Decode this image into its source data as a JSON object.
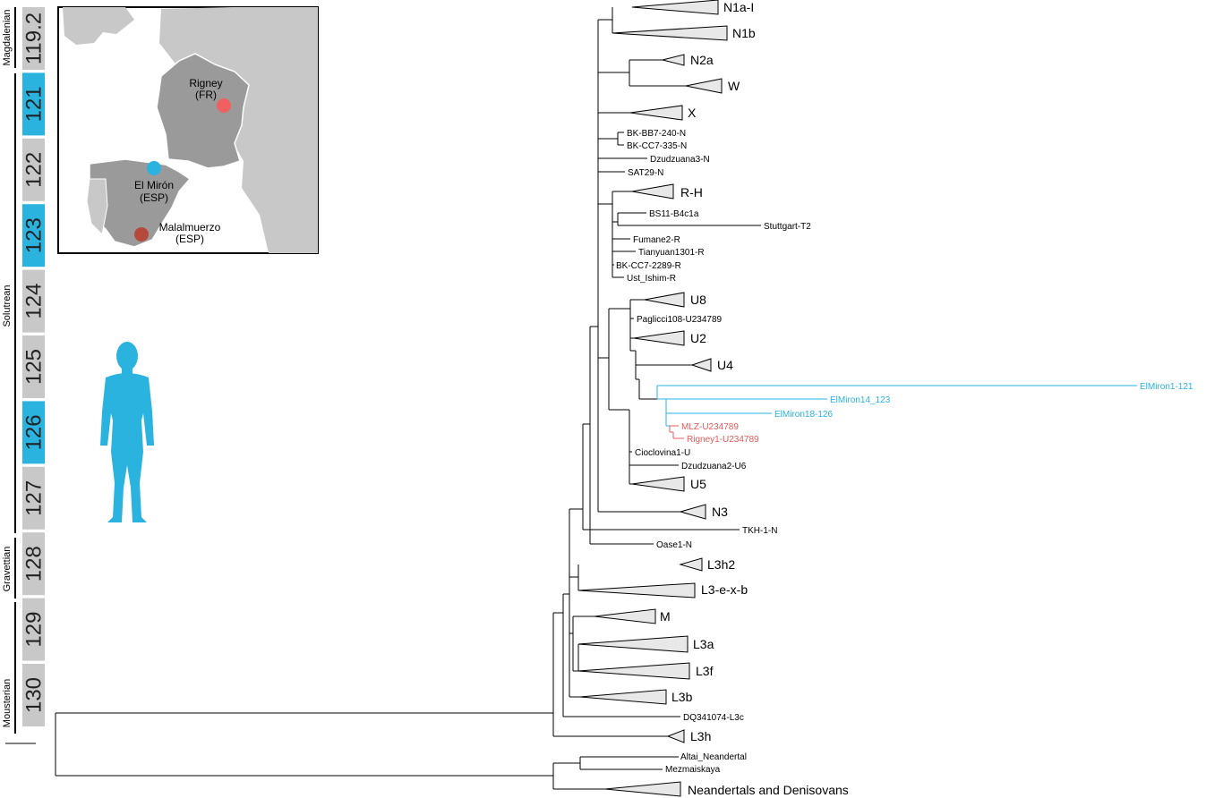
{
  "colors": {
    "blue": "#2bb3e0",
    "red": "#e85a5a",
    "darkred": "#b54a3c",
    "grey_box": "#c8c8c8",
    "clade_fill": "#e8e8e8"
  },
  "periods": [
    "Magdalenian",
    "Solutrean",
    "Gravettian",
    "Mousterian"
  ],
  "samples": [
    {
      "id": "119.2",
      "highlight": false
    },
    {
      "id": "121",
      "highlight": true
    },
    {
      "id": "122",
      "highlight": false
    },
    {
      "id": "123",
      "highlight": true
    },
    {
      "id": "124",
      "highlight": false
    },
    {
      "id": "125",
      "highlight": false
    },
    {
      "id": "126",
      "highlight": true
    },
    {
      "id": "127",
      "highlight": false
    },
    {
      "id": "128",
      "highlight": false
    },
    {
      "id": "129",
      "highlight": false
    },
    {
      "id": "130",
      "highlight": false
    }
  ],
  "map": {
    "sites": [
      {
        "name": "Rigney",
        "sub": "(FR)",
        "color": "red"
      },
      {
        "name": "El Mirón",
        "sub": "(ESP)",
        "color": "blue"
      },
      {
        "name": "Malalmuerzo",
        "sub": "(ESP)",
        "color": "darkred"
      }
    ]
  },
  "tree": {
    "clades": [
      "N1a-I",
      "N1b",
      "N2a",
      "W",
      "X",
      "R-H",
      "U8",
      "U2",
      "U4",
      "U5",
      "N3",
      "L3h2",
      "L3-e-x-b",
      "M",
      "L3a",
      "L3f",
      "L3b",
      "L3h",
      "Neandertals and Denisovans"
    ],
    "leaves": [
      "BK-BB7-240-N",
      "BK-CC7-335-N",
      "Dzudzuana3-N",
      "SAT29-N",
      "BS11-B4c1a",
      "Stuttgart-T2",
      "Fumane2-R",
      "Tianyuan1301-R",
      "BK-CC7-2289-R",
      "Ust_Ishim-R",
      "Paglicci108-U234789",
      "Cioclovina1-U",
      "Dzudzuana2-U6",
      "TKH-1-N",
      "Oase1-N",
      "DQ341074-L3c",
      "Altai_Neandertal",
      "Mezmaiskaya"
    ],
    "highlighted_blue": [
      "ElMiron1-121",
      "ElMiron14_123",
      "ElMiron18-126"
    ],
    "highlighted_red": [
      "MLZ-U234789",
      "Rigney1-U234789"
    ]
  }
}
